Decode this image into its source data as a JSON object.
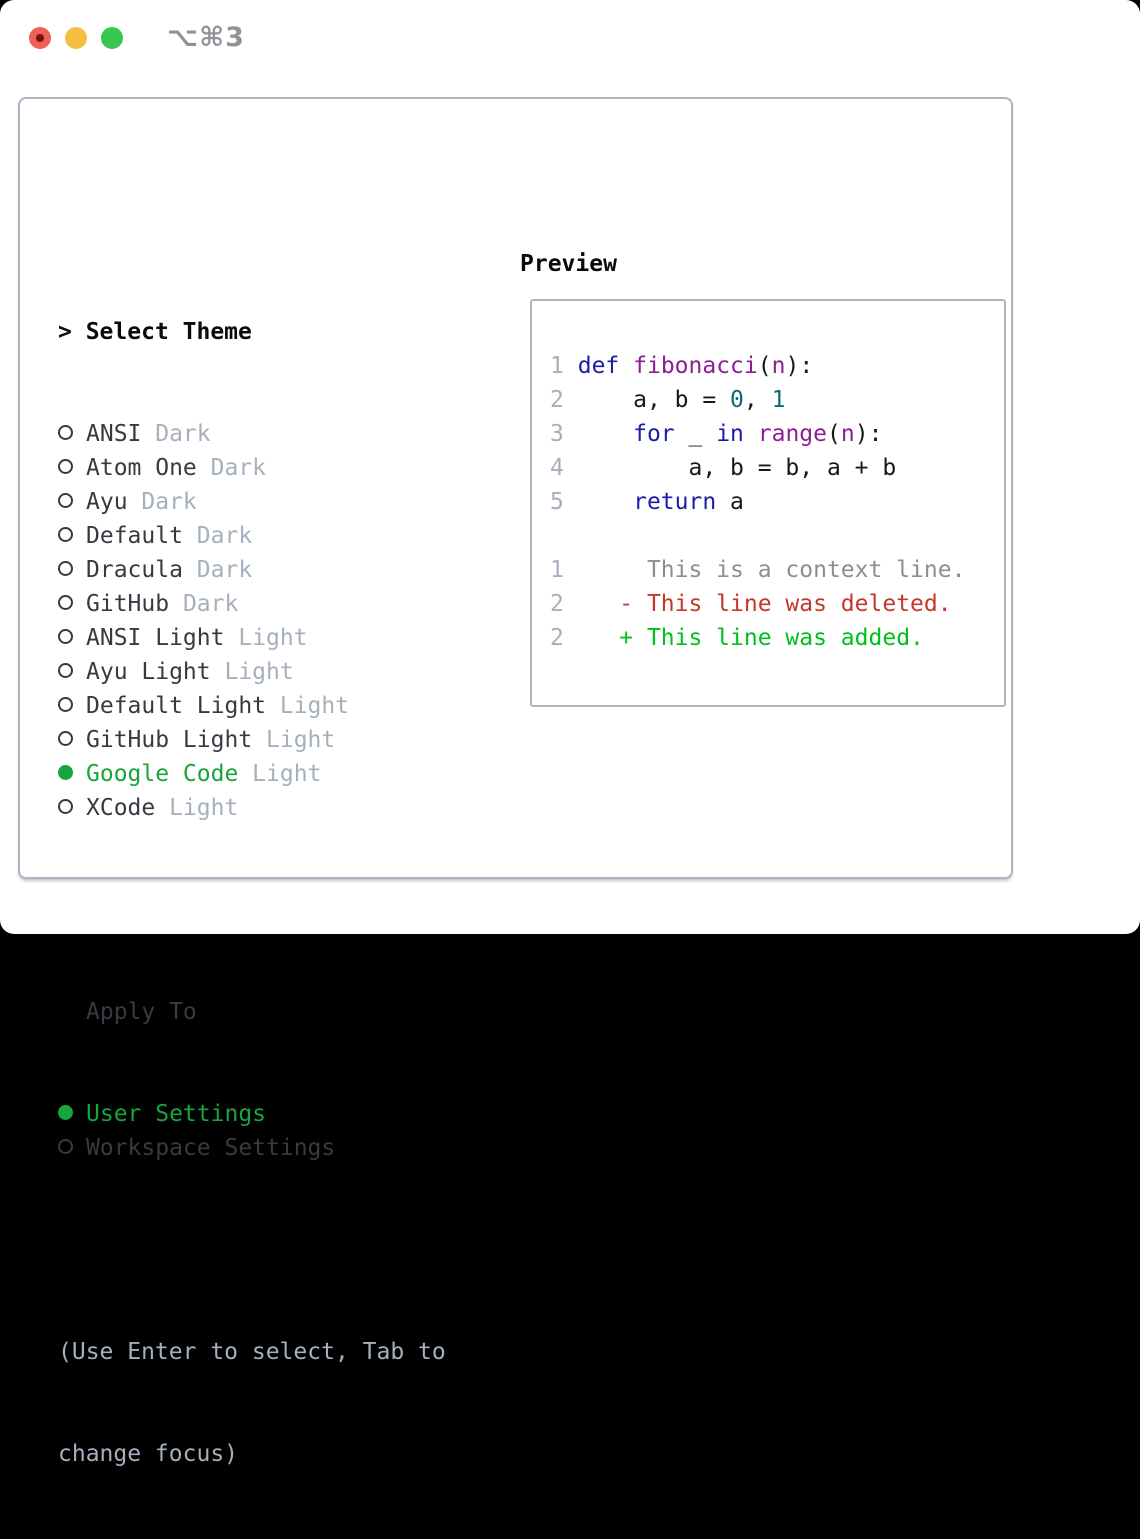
{
  "titlebar": {
    "title": "⌥⌘3"
  },
  "colors": {
    "close-btn": "#ef6056",
    "close-dot": "#7a1208",
    "minimize-btn": "#f5be41",
    "zoom-btn": "#38c74d",
    "titlebar-title": "#8f9398",
    "border": "#adb5c0",
    "text-strong": "#0a0a0a",
    "text-main": "#363b42",
    "text-muted": "#a6b0bd",
    "accent-green": "#17a53d",
    "lineno": "#a6b0bd",
    "keyword": "#1c1ca8",
    "type": "#8c1f94",
    "literal": "#0a6c72",
    "plain": "#17181a",
    "diff-context": "#8a8f94",
    "diff-deleted": "#c4382a",
    "diff-added": "#00c01e"
  },
  "theme_list": {
    "header_prefix": ">",
    "header": "Select Theme",
    "items": [
      {
        "name": "ANSI",
        "variant": "Dark",
        "selected": false
      },
      {
        "name": "Atom One",
        "variant": "Dark",
        "selected": false
      },
      {
        "name": "Ayu",
        "variant": "Dark",
        "selected": false
      },
      {
        "name": "Default",
        "variant": "Dark",
        "selected": false
      },
      {
        "name": "Dracula",
        "variant": "Dark",
        "selected": false
      },
      {
        "name": "GitHub",
        "variant": "Dark",
        "selected": false
      },
      {
        "name": "ANSI Light",
        "variant": "Light",
        "selected": false
      },
      {
        "name": "Ayu Light",
        "variant": "Light",
        "selected": false
      },
      {
        "name": "Default Light",
        "variant": "Light",
        "selected": false
      },
      {
        "name": "GitHub Light",
        "variant": "Light",
        "selected": false
      },
      {
        "name": "Google Code",
        "variant": "Light",
        "selected": true
      },
      {
        "name": "XCode",
        "variant": "Light",
        "selected": false
      }
    ]
  },
  "apply_to": {
    "header": "Apply To",
    "items": [
      {
        "name": "User Settings",
        "selected": true
      },
      {
        "name": "Workspace Settings",
        "selected": false
      }
    ]
  },
  "help_text": {
    "line1": "(Use Enter to select, Tab to",
    "line2": "change focus)"
  },
  "preview": {
    "label": "Preview",
    "code_lines": [
      {
        "num": "1",
        "segments": [
          {
            "t": " ",
            "c": "plain"
          },
          {
            "t": "def",
            "c": "keyword"
          },
          {
            "t": " ",
            "c": "plain"
          },
          {
            "t": "fibonacci",
            "c": "type"
          },
          {
            "t": "(",
            "c": "plain"
          },
          {
            "t": "n",
            "c": "type"
          },
          {
            "t": "):",
            "c": "plain"
          }
        ]
      },
      {
        "num": "2",
        "segments": [
          {
            "t": "     a, b = ",
            "c": "plain"
          },
          {
            "t": "0",
            "c": "literal"
          },
          {
            "t": ", ",
            "c": "plain"
          },
          {
            "t": "1",
            "c": "literal"
          }
        ]
      },
      {
        "num": "3",
        "segments": [
          {
            "t": "     ",
            "c": "plain"
          },
          {
            "t": "for",
            "c": "keyword"
          },
          {
            "t": " _ ",
            "c": "plain"
          },
          {
            "t": "in",
            "c": "keyword"
          },
          {
            "t": " ",
            "c": "plain"
          },
          {
            "t": "range",
            "c": "type"
          },
          {
            "t": "(",
            "c": "plain"
          },
          {
            "t": "n",
            "c": "type"
          },
          {
            "t": "):",
            "c": "plain"
          }
        ]
      },
      {
        "num": "4",
        "segments": [
          {
            "t": "         a, b = b, a + b",
            "c": "plain"
          }
        ]
      },
      {
        "num": "5",
        "segments": [
          {
            "t": "     ",
            "c": "plain"
          },
          {
            "t": "return",
            "c": "keyword"
          },
          {
            "t": " a",
            "c": "plain"
          }
        ]
      }
    ],
    "diff_lines": [
      {
        "num": "1",
        "body": "      This is a context line.",
        "type": "context"
      },
      {
        "num": "2",
        "body": "    - This line was deleted.",
        "type": "deleted"
      },
      {
        "num": "2",
        "body": "    + This line was added.",
        "type": "added"
      }
    ]
  }
}
